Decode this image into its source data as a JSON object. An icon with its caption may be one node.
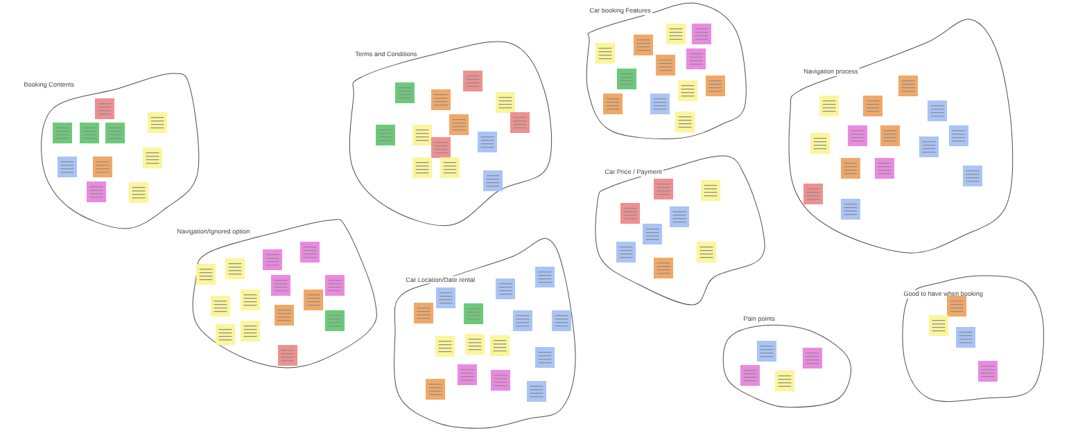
{
  "diagram": {
    "nodes": [
      {
        "text": [
          "Booking Contents"
        ]
      },
      {
        "text": [],
        "shape": "box",
        "in": 0
      },
      {
        "text": [],
        "shape": "box",
        "in": 0
      },
      {
        "text": [],
        "shape": "box",
        "in": 0
      },
      {
        "text": [],
        "shape": "box",
        "in": 0
      },
      {
        "text": [],
        "shape": "box",
        "in": 0
      },
      {
        "text": [],
        "shape": "box",
        "in": 0
      },
      {
        "text": [],
        "shape": "box",
        "in": 0
      },
      {
        "text": [],
        "shape": "box",
        "in": 0
      },
      {
        "text": [],
        "shape": "box",
        "in": 0
      },
      {
        "text": [],
        "shape": "box",
        "in": 0
      },
      {
        "text": [
          "Terms and Conditions"
        ]
      },
      {
        "text": [],
        "shape": "box",
        "in": 11
      },
      {
        "text": [],
        "shape": "box",
        "in": 11
      },
      {
        "text": [],
        "shape": "box",
        "in": 11
      },
      {
        "text": [],
        "shape": "box",
        "in": 11
      },
      {
        "text": [],
        "shape": "box",
        "in": 11
      },
      {
        "text": [],
        "shape": "box",
        "in": 11
      },
      {
        "text": [],
        "shape": "box",
        "in": 11
      },
      {
        "text": [],
        "shape": "box",
        "in": 11
      },
      {
        "text": [],
        "shape": "box",
        "in": 11
      },
      {
        "text": [],
        "shape": "box",
        "in": 11
      },
      {
        "text": [],
        "shape": "box",
        "in": 11
      },
      {
        "text": [],
        "shape": "box",
        "in": 11
      },
      {
        "text": [],
        "shape": "box",
        "in": 11
      },
      {
        "text": [
          "Car booking Features"
        ]
      },
      {
        "text": [],
        "shape": "box",
        "in": 25
      },
      {
        "text": [],
        "shape": "box",
        "in": 25
      },
      {
        "text": [],
        "shape": "box",
        "in": 25
      },
      {
        "text": [],
        "shape": "box",
        "in": 25
      },
      {
        "text": [],
        "shape": "box",
        "in": 25
      },
      {
        "text": [],
        "shape": "box",
        "in": 25
      },
      {
        "text": [],
        "shape": "box",
        "in": 25
      },
      {
        "text": [],
        "shape": "box",
        "in": 25
      },
      {
        "text": [],
        "shape": "box",
        "in": 25
      },
      {
        "text": [],
        "shape": "box",
        "in": 25
      },
      {
        "text": [],
        "shape": "box",
        "in": 25
      },
      {
        "text": [],
        "shape": "box",
        "in": 25
      },
      {
        "text": [
          "Navigation process"
        ]
      },
      {
        "text": [],
        "shape": "box",
        "in": 38
      },
      {
        "text": [],
        "shape": "box",
        "in": 38
      },
      {
        "text": [],
        "shape": "box",
        "in": 38
      },
      {
        "text": [],
        "shape": "box",
        "in": 38
      },
      {
        "text": [],
        "shape": "box",
        "in": 38
      },
      {
        "text": [],
        "shape": "box",
        "in": 38
      },
      {
        "text": [],
        "shape": "box",
        "in": 38
      },
      {
        "text": [],
        "shape": "box",
        "in": 38
      },
      {
        "text": [],
        "shape": "box",
        "in": 38
      },
      {
        "text": [],
        "shape": "box",
        "in": 38
      },
      {
        "text": [],
        "shape": "box",
        "in": 38
      },
      {
        "text": [],
        "shape": "box",
        "in": 38
      },
      {
        "text": [],
        "shape": "box",
        "in": 38
      },
      {
        "text": [],
        "shape": "box",
        "in": 38
      },
      {
        "text": [
          "Car Price / Payment"
        ]
      },
      {
        "text": [],
        "shape": "box",
        "in": 53
      },
      {
        "text": [],
        "shape": "box",
        "in": 53
      },
      {
        "text": [],
        "shape": "box",
        "in": 53
      },
      {
        "text": [],
        "shape": "box",
        "in": 53
      },
      {
        "text": [],
        "shape": "box",
        "in": 53
      },
      {
        "text": [],
        "shape": "box",
        "in": 53
      },
      {
        "text": [],
        "shape": "box",
        "in": 53
      },
      {
        "text": [],
        "shape": "box",
        "in": 53
      },
      {
        "text": [
          "Navigation/Ignored option"
        ]
      },
      {
        "text": [],
        "shape": "box",
        "in": 62
      },
      {
        "text": [],
        "shape": "box",
        "in": 62
      },
      {
        "text": [],
        "shape": "box",
        "in": 62
      },
      {
        "text": [],
        "shape": "box",
        "in": 62
      },
      {
        "text": [],
        "shape": "box",
        "in": 62
      },
      {
        "text": [],
        "shape": "box",
        "in": 62
      },
      {
        "text": [],
        "shape": "box",
        "in": 62
      },
      {
        "text": [],
        "shape": "box",
        "in": 62
      },
      {
        "text": [],
        "shape": "box",
        "in": 62
      },
      {
        "text": [],
        "shape": "box",
        "in": 62
      },
      {
        "text": [],
        "shape": "box",
        "in": 62
      },
      {
        "text": [],
        "shape": "box",
        "in": 62
      },
      {
        "text": [],
        "shape": "box",
        "in": 62
      },
      {
        "text": [],
        "shape": "box",
        "in": 62
      },
      {
        "text": [
          "Car Location/Date rental"
        ]
      },
      {
        "text": [],
        "shape": "box",
        "in": 77
      },
      {
        "text": [],
        "shape": "box",
        "in": 77
      },
      {
        "text": [],
        "shape": "box",
        "in": 77
      },
      {
        "text": [],
        "shape": "box",
        "in": 77
      },
      {
        "text": [],
        "shape": "box",
        "in": 77
      },
      {
        "text": [],
        "shape": "box",
        "in": 77
      },
      {
        "text": [],
        "shape": "box",
        "in": 77
      },
      {
        "text": [],
        "shape": "box",
        "in": 77
      },
      {
        "text": [],
        "shape": "box",
        "in": 77
      },
      {
        "text": [],
        "shape": "box",
        "in": 77
      },
      {
        "text": [],
        "shape": "box",
        "in": 77
      },
      {
        "text": [],
        "shape": "box",
        "in": 77
      },
      {
        "text": [],
        "shape": "box",
        "in": 77
      },
      {
        "text": [],
        "shape": "box",
        "in": 77
      },
      {
        "text": [],
        "shape": "box",
        "in": 77
      },
      {
        "text": [
          "Pain points"
        ]
      },
      {
        "text": [],
        "shape": "box",
        "in": 93
      },
      {
        "text": [],
        "shape": "box",
        "in": 93
      },
      {
        "text": [],
        "shape": "box",
        "in": 93
      },
      {
        "text": [],
        "shape": "box",
        "in": 93
      },
      {
        "text": [
          "Good to have when booking"
        ]
      },
      {
        "text": [],
        "shape": "box",
        "in": 98
      },
      {
        "text": [],
        "shape": "box",
        "in": 98
      },
      {
        "text": [],
        "shape": "box",
        "in": 98
      },
      {
        "text": [],
        "shape": "box",
        "in": 98
      }
    ]
  }
}
